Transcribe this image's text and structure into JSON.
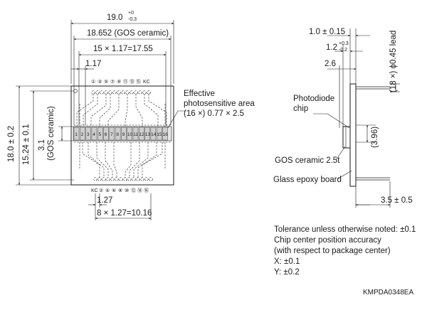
{
  "front_view": {
    "overall_width": "19.0",
    "overall_width_tol_upper": "+0",
    "overall_width_tol_lower": "-0.3",
    "gos_width": "18.652 (GOS ceramic)",
    "pitch_width": "15 × 1.17=17.55",
    "pitch_first": "1.17",
    "top_pins": [
      "①",
      "③",
      "⑤",
      "⑦",
      "⑨",
      "⑪",
      "⑬",
      "⑮"
    ],
    "top_pin_kc": "KC",
    "bottom_pin_kc": "KC",
    "bottom_pins": [
      "②",
      "④",
      "⑥",
      "⑧",
      "⑩",
      "⑫",
      "⑭",
      "⑯"
    ],
    "element_numbers": [
      "1",
      "2",
      "3",
      "4",
      "5",
      "6",
      "7",
      "8",
      "9",
      "10",
      "11",
      "12",
      "13",
      "14",
      "15",
      "16"
    ],
    "lead_pitch": "1.27",
    "lead_span": "8 × 1.27=10.16",
    "overall_height": "18.0 ± 0.2",
    "gos_height": "15.24 ± 0.1",
    "element_height": "3.1",
    "element_height_note": "(GOS ceramic)",
    "area_label_line1": "Effective",
    "area_label_line2": "photosensitive area",
    "area_label_line3": "(16 ×) 0.77 × 2.5"
  },
  "side_view": {
    "thickness": "1.0 ± 0.15",
    "thickness2": "1.2",
    "thickness2_tol_upper": "+0.3",
    "thickness2_tol_lower": "-0.2",
    "offset": "2.6",
    "lead_dia": "(18 ×) ϕ0.45 lead",
    "chip_height": "(3.96)",
    "lead_length": "3.5 ± 0.5",
    "photodiode_line1": "Photodiode",
    "photodiode_line2": "chip",
    "gos_label": "GOS ceramic 2.5t",
    "board_label": "Glass epoxy board"
  },
  "notes": {
    "line1": "Tolerance unless otherwise noted: ±0.1",
    "line2": "Chip center position accuracy",
    "line3": "(with respect to package center)",
    "line4": "X: ±0.1",
    "line5": "Y: ±0.2"
  },
  "drawing_code": "KMPDA0348EA"
}
